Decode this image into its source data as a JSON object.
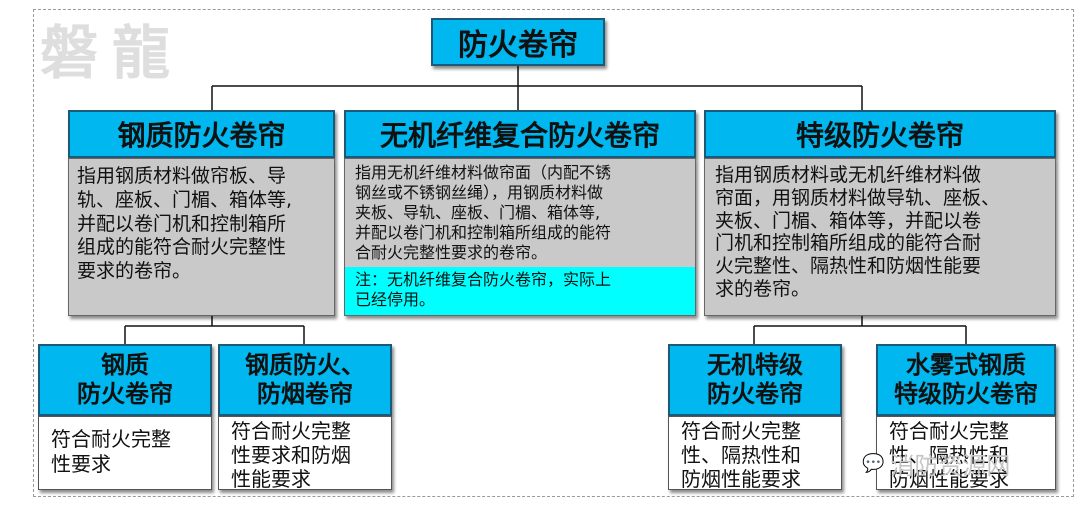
{
  "watermark": "磐龍",
  "root": {
    "title": "防火卷帘"
  },
  "categories": [
    {
      "title": "钢质防火卷帘",
      "desc": "指用钢质材料做帘板、导\n轨、座板、门楣、箱体等,\n并配以卷门机和控制箱所\n组成的能符合耐火完整性\n要求的卷帘。"
    },
    {
      "title": "无机纤维复合防火卷帘",
      "desc": "指用无机纤维材料做帘面（内配不锈\n钢丝或不锈钢丝绳），用钢质材料做\n夹板、导轨、座板、门楣、箱体等,\n并配以卷门机和控制箱所组成的能符\n合耐火完整性要求的卷帘。",
      "note": "注：无机纤维复合防火卷帘，实际上\n已经停用。"
    },
    {
      "title": "特级防火卷帘",
      "desc": "指用钢质材料或无机纤维材料做\n帘面，用钢质材料做导轨、座板、\n夹板、门楣、箱体等，并配以卷\n门机和控制箱所组成的能符合耐\n火完整性、隔热性和防烟性能要\n求的卷帘。"
    }
  ],
  "subtypes": [
    {
      "title": "钢质\n防火卷帘",
      "desc": "符合耐火完整\n性要求"
    },
    {
      "title": "钢质防火、\n防烟卷帘",
      "desc": "符合耐火完整\n性要求和防烟\n性能要求"
    },
    {
      "title": "无机特级\n防火卷帘",
      "desc": "符合耐火完整\n性、隔热性和\n防烟性能要求"
    },
    {
      "title": "水雾式钢质\n特级防火卷帘",
      "desc": "符合耐火完整\n性、隔热性和\n防烟性能要求"
    }
  ],
  "brand": "消防资源网"
}
